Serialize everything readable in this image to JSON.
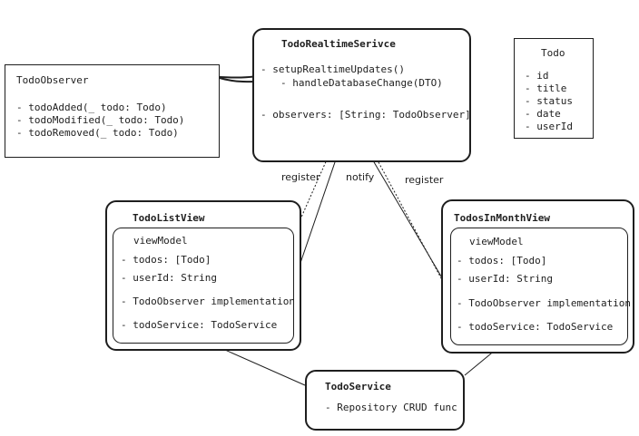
{
  "todo_observer": {
    "name": "TodoObserver",
    "methods": [
      "- todoAdded(_ todo: Todo)",
      "- todoModified(_ todo: Todo)",
      "- todoRemoved(_ todo: Todo)"
    ]
  },
  "realtime_service": {
    "name": "TodoRealtimeSerivce",
    "lines": [
      "- setupRealtimeUpdates()",
      "- handleDatabaseChange(DTO)",
      "- observers: [String: TodoObserver]"
    ]
  },
  "todo_model": {
    "name": "Todo",
    "fields": [
      "- id",
      "- title",
      "- status",
      "- date",
      "- userId"
    ]
  },
  "todo_list_view": {
    "name": "TodoListView",
    "view_model": "viewModel",
    "lines": [
      "- todos: [Todo]",
      "- userId: String",
      "- TodoObserver implementation",
      "- todoService: TodoService"
    ]
  },
  "todos_in_month_view": {
    "name": "TodosInMonthView",
    "view_model": "viewModel",
    "lines": [
      "- todos: [Todo]",
      "- userId: String",
      "- TodoObserver implementation",
      "- todoService: TodoService"
    ]
  },
  "todo_service": {
    "name": "TodoService",
    "lines": [
      "- Repository CRUD func"
    ]
  },
  "edges": {
    "register_left": "register",
    "notify": "notify",
    "register_right": "register"
  },
  "colors": {
    "stroke": "#1e1e1e",
    "background": "#ffffff"
  }
}
